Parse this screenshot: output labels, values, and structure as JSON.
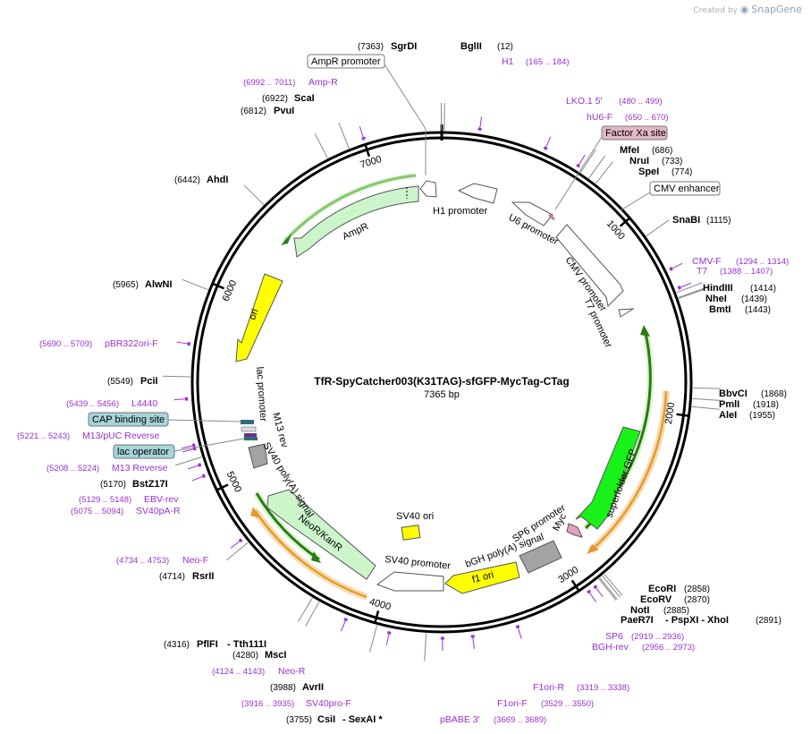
{
  "watermark": {
    "created_by": "Created by",
    "brand": "SnapGene"
  },
  "plasmid": {
    "name": "TfR-SpyCatcher003(K31TAG)-sfGFP-MycTag-CTag",
    "length": "7365 bp",
    "total_bp": 7365
  },
  "ticks": [
    {
      "label": "1000",
      "pos": 1000
    },
    {
      "label": "2000",
      "pos": 2000
    },
    {
      "label": "3000",
      "pos": 3000
    },
    {
      "label": "4000",
      "pos": 4000
    },
    {
      "label": "5000",
      "pos": 5000
    },
    {
      "label": "6000",
      "pos": 6000
    },
    {
      "label": "7000",
      "pos": 7000
    }
  ],
  "enzymes": [
    {
      "name": "BglII",
      "coord": "(12)",
      "pos": 12
    },
    {
      "name": "MfeI",
      "coord": "(686)",
      "pos": 686
    },
    {
      "name": "NruI",
      "coord": "(733)",
      "pos": 733
    },
    {
      "name": "SpeI",
      "coord": "(774)",
      "pos": 774
    },
    {
      "name": "SnaBI",
      "coord": "(1115)",
      "pos": 1115
    },
    {
      "name": "HindIII",
      "coord": "(1414)",
      "pos": 1414
    },
    {
      "name": "NheI",
      "coord": "(1439)",
      "pos": 1439
    },
    {
      "name": "BmtI",
      "coord": "(1443)",
      "pos": 1443
    },
    {
      "name": "BbvCI",
      "coord": "(1868)",
      "pos": 1868
    },
    {
      "name": "PmlI",
      "coord": "(1918)",
      "pos": 1918
    },
    {
      "name": "AleI",
      "coord": "(1955)",
      "pos": 1955
    },
    {
      "name": "EcoRI",
      "coord": "(2858)",
      "pos": 2858
    },
    {
      "name": "EcoRV",
      "coord": "(2870)",
      "pos": 2870
    },
    {
      "name": "NotI",
      "coord": "(2885)",
      "pos": 2885
    },
    {
      "name": "PaeR7I",
      "coord": "",
      "pos": 2891
    },
    {
      "name": "CsiI",
      "coord": "(3755)",
      "pos": 3755
    },
    {
      "name": "AvrII",
      "coord": "(3988)",
      "pos": 3988
    },
    {
      "name": "MscI",
      "coord": "(4280)",
      "pos": 4280
    },
    {
      "name": "PflFI",
      "coord": "(4316)",
      "pos": 4316
    },
    {
      "name": "RsrII",
      "coord": "(4714)",
      "pos": 4714
    },
    {
      "name": "BstZ17I",
      "coord": "(5170)",
      "pos": 5170
    },
    {
      "name": "PciI",
      "coord": "(5549)",
      "pos": 5549
    },
    {
      "name": "AlwNI",
      "coord": "(5965)",
      "pos": 5965
    },
    {
      "name": "AhdI",
      "coord": "(6442)",
      "pos": 6442
    },
    {
      "name": "PvuI",
      "coord": "(6812)",
      "pos": 6812
    },
    {
      "name": "ScaI",
      "coord": "(6922)",
      "pos": 6922
    },
    {
      "name": "SgrDI",
      "coord": "(7363)",
      "pos": 7363
    }
  ],
  "enzyme_extras": {
    "paer7i_rest": "- PspXI - XhoI",
    "paer7i_coord": "(2891)",
    "csii_rest": "- SexAI *",
    "pflfi_rest": "- Tth111I"
  },
  "primers": [
    {
      "name": "H1",
      "coord": "(165 .. 184)",
      "pos": 175
    },
    {
      "name": "LKO.1 5'",
      "coord": "(480 .. 499)",
      "pos": 490
    },
    {
      "name": "hU6-F",
      "coord": "(650 .. 670)",
      "pos": 660
    },
    {
      "name": "CMV-F",
      "coord": "(1294 .. 1314)",
      "pos": 1304
    },
    {
      "name": "T7",
      "coord": "(1388 .. 1407)",
      "pos": 1398
    },
    {
      "name": "SP6",
      "coord": "(2919 .. 2936)",
      "pos": 2927
    },
    {
      "name": "BGH-rev",
      "coord": "(2956 .. 2973)",
      "pos": 2964
    },
    {
      "name": "F1ori-R",
      "coord": "(3319 .. 3338)",
      "pos": 3329
    },
    {
      "name": "F1ori-F",
      "coord": "(3529 .. 3550)",
      "pos": 3540
    },
    {
      "name": "pBABE 3'",
      "coord": "(3669 .. 3689)",
      "pos": 3679
    },
    {
      "name": "SV40pro-F",
      "coord": "(3916 .. 3935)",
      "pos": 3925
    },
    {
      "name": "Neo-R",
      "coord": "(4124 .. 4143)",
      "pos": 4133
    },
    {
      "name": "Neo-F",
      "coord": "(4734 .. 4753)",
      "pos": 4743
    },
    {
      "name": "SV40pA-R",
      "coord": "(5075 .. 5094)",
      "pos": 5084
    },
    {
      "name": "EBV-rev",
      "coord": "(5129 .. 5148)",
      "pos": 5138
    },
    {
      "name": "M13 Reverse",
      "coord": "(5208 .. 5224)",
      "pos": 5216
    },
    {
      "name": "M13/pUC Reverse",
      "coord": "(5221 .. 5243)",
      "pos": 5232
    },
    {
      "name": "L4440",
      "coord": "(5439 .. 5456)",
      "pos": 5447
    },
    {
      "name": "pBR322ori-F",
      "coord": "(5690 .. 5709)",
      "pos": 5700
    },
    {
      "name": "Amp-R",
      "coord": "(6992 .. 7011)",
      "pos": 7001
    }
  ],
  "boxed_features": [
    {
      "name": "AmpR promoter",
      "style": "white"
    },
    {
      "name": "Factor Xa site",
      "style": "pink"
    },
    {
      "name": "CMV enhancer",
      "style": "white"
    },
    {
      "name": "CAP binding site",
      "style": "teal"
    },
    {
      "name": "lac operator",
      "style": "teal"
    }
  ],
  "features": [
    {
      "name": "H1 promoter"
    },
    {
      "name": "U6 promoter"
    },
    {
      "name": "CMV promoter"
    },
    {
      "name": "T7 promoter"
    },
    {
      "name": "superfolder GFP"
    },
    {
      "name": "Myc"
    },
    {
      "name": "SP6 promoter"
    },
    {
      "name": "bGH poly(A) signal"
    },
    {
      "name": "f1 ori"
    },
    {
      "name": "SV40 promoter"
    },
    {
      "name": "SV40 ori"
    },
    {
      "name": "NeoR/KanR"
    },
    {
      "name": "SV40 poly(A) signal"
    },
    {
      "name": "M13 rev"
    },
    {
      "name": "lac promoter"
    },
    {
      "name": "ori"
    },
    {
      "name": "AmpR"
    }
  ],
  "colors": {
    "ring": "#000000",
    "primer": "#9b2fd3",
    "gfp": "#19f219",
    "ori_yellow": "#ffff00",
    "resistance": "#ccf5cc",
    "promoter": "#ffffff",
    "polya": "#a3a3a3",
    "orf_dark": "#2d7a12",
    "orf_orange": "#e69a2e"
  }
}
